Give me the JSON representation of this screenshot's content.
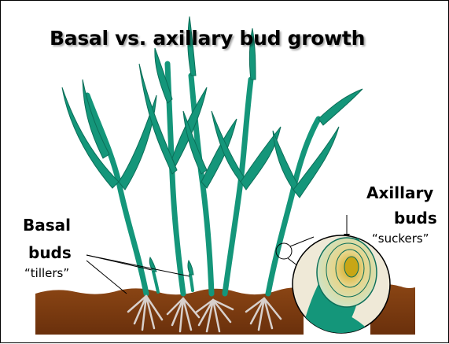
{
  "title": "Basal vs. axillary bud growth",
  "basal": {
    "line1": "Basal",
    "line2": "buds",
    "sub": "“tillers”"
  },
  "axillary": {
    "line1": "Axillary",
    "line2": "buds",
    "sub": "“suckers”"
  },
  "colors": {
    "leaf": "#14967a",
    "leaf_dark": "#0b6e58",
    "soil": "#7a3a10",
    "root": "#d8d0cc",
    "inset_bg": "#efe9d7",
    "inset_yellow": "#c8a616"
  }
}
